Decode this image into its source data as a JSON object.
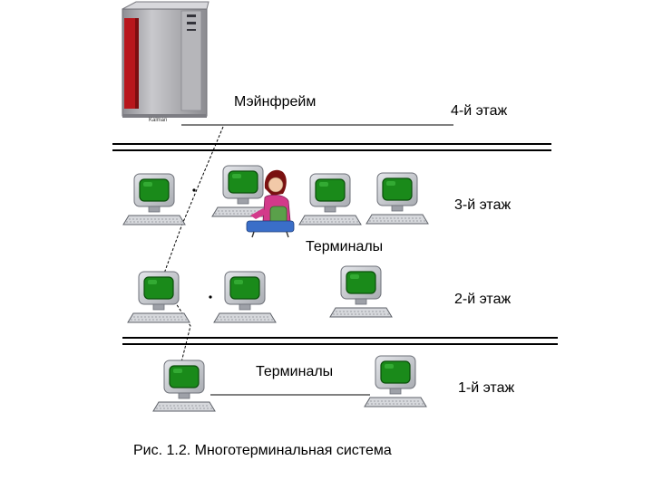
{
  "labels": {
    "mainframe": "Мэйнфрейм",
    "floor4": "4-й этаж",
    "floor3": "3-й этаж",
    "floor2": "2-й этаж",
    "floor1": "1-й этаж",
    "terminals_upper": "Терминалы",
    "terminals_lower": "Терминалы",
    "caption": "Рис. 1.2. Многотерминальная система",
    "server_brand": "Kalman"
  },
  "colors": {
    "screen": "#1a8a1a",
    "server_red": "#b8161c",
    "server_gray": "#a7a7ab",
    "monitor_body": "#c9cbd0",
    "floor_line": "#000000"
  },
  "icons": {
    "mainframe": "mainframe-server-icon",
    "terminal": "computer-terminal-icon",
    "operator": "operator-woman-icon"
  }
}
